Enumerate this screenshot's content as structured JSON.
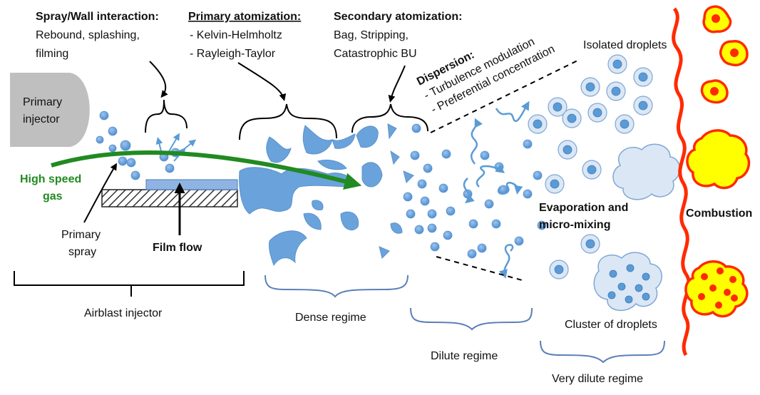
{
  "labels": {
    "spray_wall_title": "Spray/Wall interaction:",
    "spray_wall_l1": "Rebound, splashing,",
    "spray_wall_l2": "filming",
    "primary_atom_title": "Primary atomization:",
    "primary_atom_l1": "- Kelvin-Helmholtz",
    "primary_atom_l2": "- Rayleigh-Taylor",
    "secondary_atom_title": "Secondary atomization:",
    "secondary_atom_l1": "Bag, Stripping,",
    "secondary_atom_l2": "Catastrophic BU",
    "dispersion_title": "Dispersion:",
    "dispersion_l1": "- Turbulence modulation",
    "dispersion_l2": "- Preferential concentration",
    "isolated_droplets": "Isolated droplets",
    "primary_injector_l1": "Primary",
    "primary_injector_l2": "injector",
    "high_speed_gas_l1": "High speed",
    "high_speed_gas_l2": "gas",
    "primary_spray_l1": "Primary",
    "primary_spray_l2": "spray",
    "film_flow": "Film flow",
    "evaporation_l1": "Evaporation and",
    "evaporation_l2": "micro-mixing",
    "combustion": "Combustion",
    "cluster": "Cluster of droplets",
    "airblast_injector": "Airblast injector",
    "dense_regime": "Dense regime",
    "dilute_regime": "Dilute regime",
    "very_dilute_regime": "Very dilute regime"
  },
  "colors": {
    "droplet": "#5b9bd5",
    "droplet_stroke": "#41719c",
    "cloud": "#dbe7f5",
    "gas_arrow": "#218a21",
    "flame": "#ff2a00",
    "flame_fill": "#ffff00",
    "injector": "#bfbfbf",
    "film": "#8fb4e3"
  }
}
